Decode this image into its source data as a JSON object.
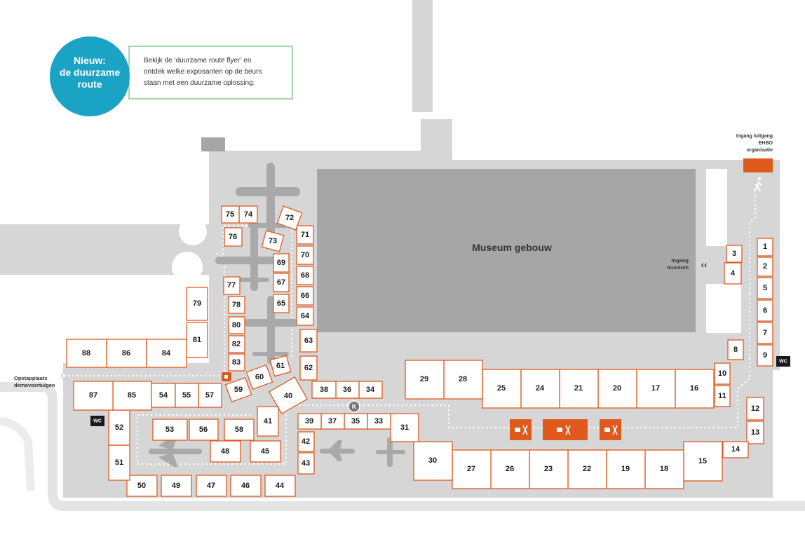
{
  "promo": {
    "badge_line1": "Nieuw:",
    "badge_line2": "de duurzame",
    "badge_line3": "route",
    "text_line1": "Bekijk de ‘duurzame route flyer’ en",
    "text_line2": "ontdek welke exposanten op de beurs",
    "text_line3": "staan met een duurzame oplossing."
  },
  "labels": {
    "museum_building": "Museum gebouw",
    "entrance_line1": "Ingang /uitgang",
    "entrance_line2": "EHBO",
    "entrance_line3": "organisatie",
    "museum_entrance_line1": "Ingang",
    "museum_entrance_line2": "museum",
    "museum_entrance_arrows": "‹‹",
    "pickup_line1": "Opstapplaats",
    "pickup_line2": "demovoertuigen",
    "wc": "WC",
    "coffee_marker": "K"
  },
  "booths": [
    "1",
    "2",
    "3",
    "4",
    "5",
    "6",
    "7",
    "8",
    "9",
    "10",
    "11",
    "12",
    "13",
    "14",
    "15",
    "16",
    "17",
    "18",
    "19",
    "20",
    "21",
    "22",
    "23",
    "24",
    "25",
    "26",
    "27",
    "28",
    "29",
    "30",
    "31",
    "33",
    "34",
    "35",
    "36",
    "37",
    "38",
    "39",
    "40",
    "41",
    "42",
    "43",
    "44",
    "45",
    "46",
    "47",
    "48",
    "49",
    "50",
    "51",
    "52",
    "53",
    "54",
    "55",
    "56",
    "57",
    "58",
    "59",
    "60",
    "61",
    "62",
    "63",
    "64",
    "65",
    "66",
    "67",
    "68",
    "69",
    "70",
    "71",
    "72",
    "73",
    "74",
    "75",
    "76",
    "77",
    "78",
    "79",
    "80",
    "81",
    "82",
    "83",
    "84",
    "85",
    "86",
    "87",
    "88"
  ],
  "colors": {
    "accent": "#e05a1e",
    "badge": "#1aa3c4",
    "promo_border": "#4caf50",
    "ground": "#d6d6d6",
    "building": "#a6a6a6"
  },
  "icons": {
    "food": "food-icon",
    "restroom": "wc-icon",
    "walker": "walking-person-icon",
    "aircraft": "aircraft-icon",
    "coffee": "coffee-icon"
  }
}
